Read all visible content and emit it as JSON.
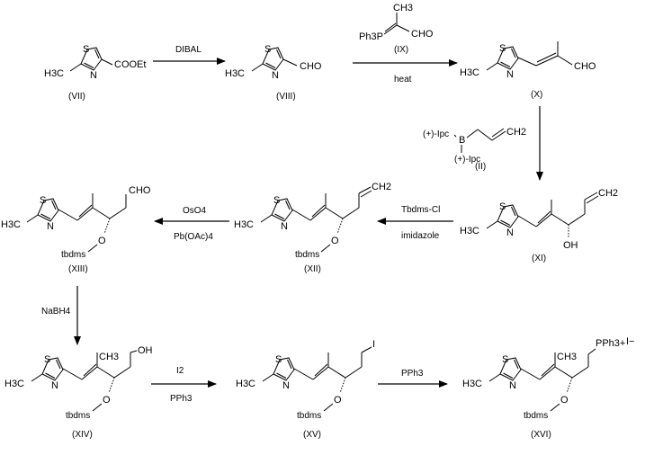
{
  "compounds": {
    "vii": {
      "label": "(VII)",
      "ester": "COOEt"
    },
    "viii": {
      "label": "(VIII)",
      "aldehyde": "CHO"
    },
    "ix": {
      "label": "(IX)",
      "ph3p": "Ph3P",
      "methyl": "CH3",
      "aldehyde": "CHO"
    },
    "x": {
      "label": "(X)",
      "aldehyde": "CHO"
    },
    "ii": {
      "label": "(II)",
      "ipc_top": "(+)-Ipc",
      "ipc_bottom": "(+)-Ipc",
      "boron": "B",
      "vinyl": "CH2"
    },
    "xi": {
      "label": "(XI)",
      "hydroxyl": "OH",
      "vinyl": "CH2"
    },
    "xii": {
      "label": "(XII)",
      "vinyl": "CH2",
      "protecting_group": "tbdms"
    },
    "xiii": {
      "label": "(XIII)",
      "aldehyde": "CHO",
      "protecting_group": "tbdms"
    },
    "xiv": {
      "label": "(XIV)",
      "hydroxyl": "OH",
      "protecting_group": "tbdms"
    },
    "xv": {
      "label": "(XV)",
      "iodide": "I",
      "protecting_group": "tbdms"
    },
    "xvi": {
      "label": "(XVI)",
      "phosphonium": "PPh3+",
      "counterion": "I−",
      "protecting_group": "tbdms"
    }
  },
  "atoms": {
    "sulfur": "S",
    "nitrogen": "N",
    "oxygen": "O",
    "methyl": "H3C",
    "ring_methyl": "CH3"
  },
  "reagents": {
    "step1": "DIBAL",
    "step2": "heat",
    "step4_top": "Tbdms-Cl",
    "step4_bottom": "imidazole",
    "step5_top": "OsO4",
    "step5_bottom": "Pb(OAc)4",
    "step6": "NaBH4",
    "step7_top": "I2",
    "step7_bottom": "PPh3",
    "step8": "PPh3"
  }
}
